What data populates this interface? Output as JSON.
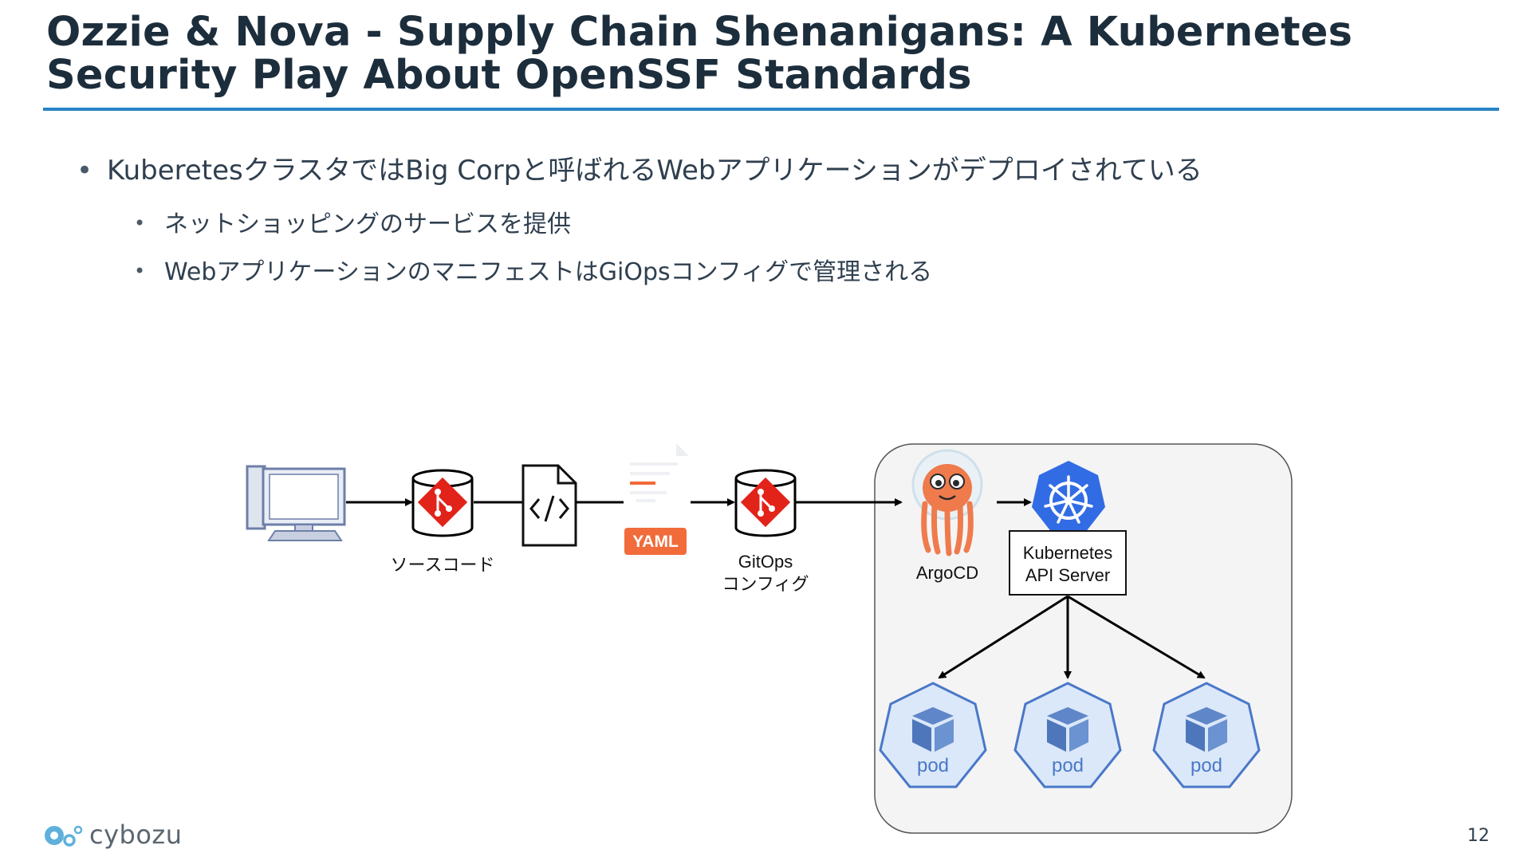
{
  "slide": {
    "title": "Ozzie & Nova - Supply Chain Shenanigans: A Kubernetes Security Play About OpenSSF Standards",
    "page_number": "12"
  },
  "bullets": {
    "main": "KuberetesクラスタではBig Corpと呼ばれるWebアプリケーションがデプロイされている",
    "sub": [
      "ネットショッピングのサービスを提供",
      "WebアプリケーションのマニフェストはGiOpsコンフィグで管理される"
    ]
  },
  "diagram": {
    "source_code_label": "ソースコード",
    "yaml_badge": "YAML",
    "gitops_label_line1": "GitOps",
    "gitops_label_line2": "コンフィグ",
    "argocd_label": "ArgoCD",
    "api_server_line1": "Kubernetes",
    "api_server_line2": "API Server",
    "pod_labels": [
      "pod",
      "pod",
      "pod"
    ]
  },
  "footer": {
    "logo_text": "cybozu"
  },
  "colors": {
    "title": "#1c2d3c",
    "rule": "#2a84c6",
    "git_red": "#e2231a",
    "k8s_blue": "#326ce5",
    "pod_fill": "#dbe8f9",
    "pod_stroke": "#4a78c9",
    "yaml_orange": "#f26b3a",
    "argo_orange": "#ef7b4d"
  }
}
